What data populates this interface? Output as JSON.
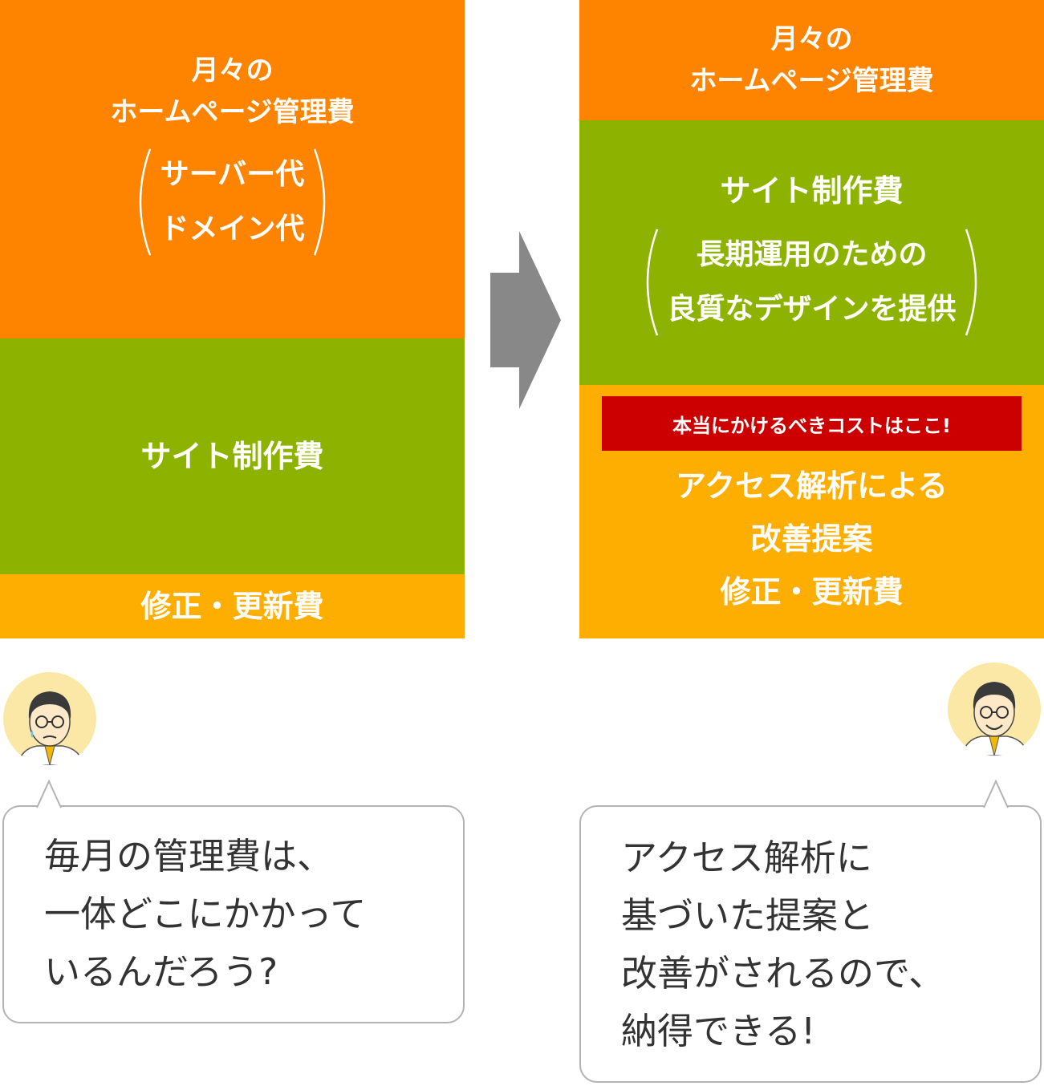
{
  "left": {
    "monthly_title": [
      "月々の",
      "ホームページ管理費"
    ],
    "monthly_items": [
      "サーバー代",
      "ドメイン代"
    ],
    "site_cost": "サイト制作費",
    "update_cost": "修正・更新費"
  },
  "right": {
    "monthly_title": [
      "月々の",
      "ホームページ管理費"
    ],
    "site_cost": "サイト制作費",
    "site_items": [
      "長期運用のための",
      "良質なデザインを提供"
    ],
    "highlight_label": "本当にかけるべきコストはここ!",
    "improvement_lines": [
      "アクセス解析による",
      "改善提案",
      "修正・更新費"
    ]
  },
  "bubbles": {
    "left_lines": [
      "毎月の管理費は、",
      "一体どこにかかって",
      "いるんだろう?"
    ],
    "right_lines": [
      "アクセス解析に",
      "基づいた提案と",
      "改善がされるので、",
      "納得できる!"
    ]
  },
  "colors": {
    "orange": "#fe8400",
    "green": "#8db300",
    "amber": "#feae00",
    "red_label": "#cc0000",
    "arrow": "#888888",
    "avatar_bg": "#fbe8a6"
  },
  "icons": {
    "arrow": "right-arrow-icon",
    "avatar_left": "worried-man-avatar-icon",
    "avatar_right": "smiling-man-avatar-icon"
  }
}
